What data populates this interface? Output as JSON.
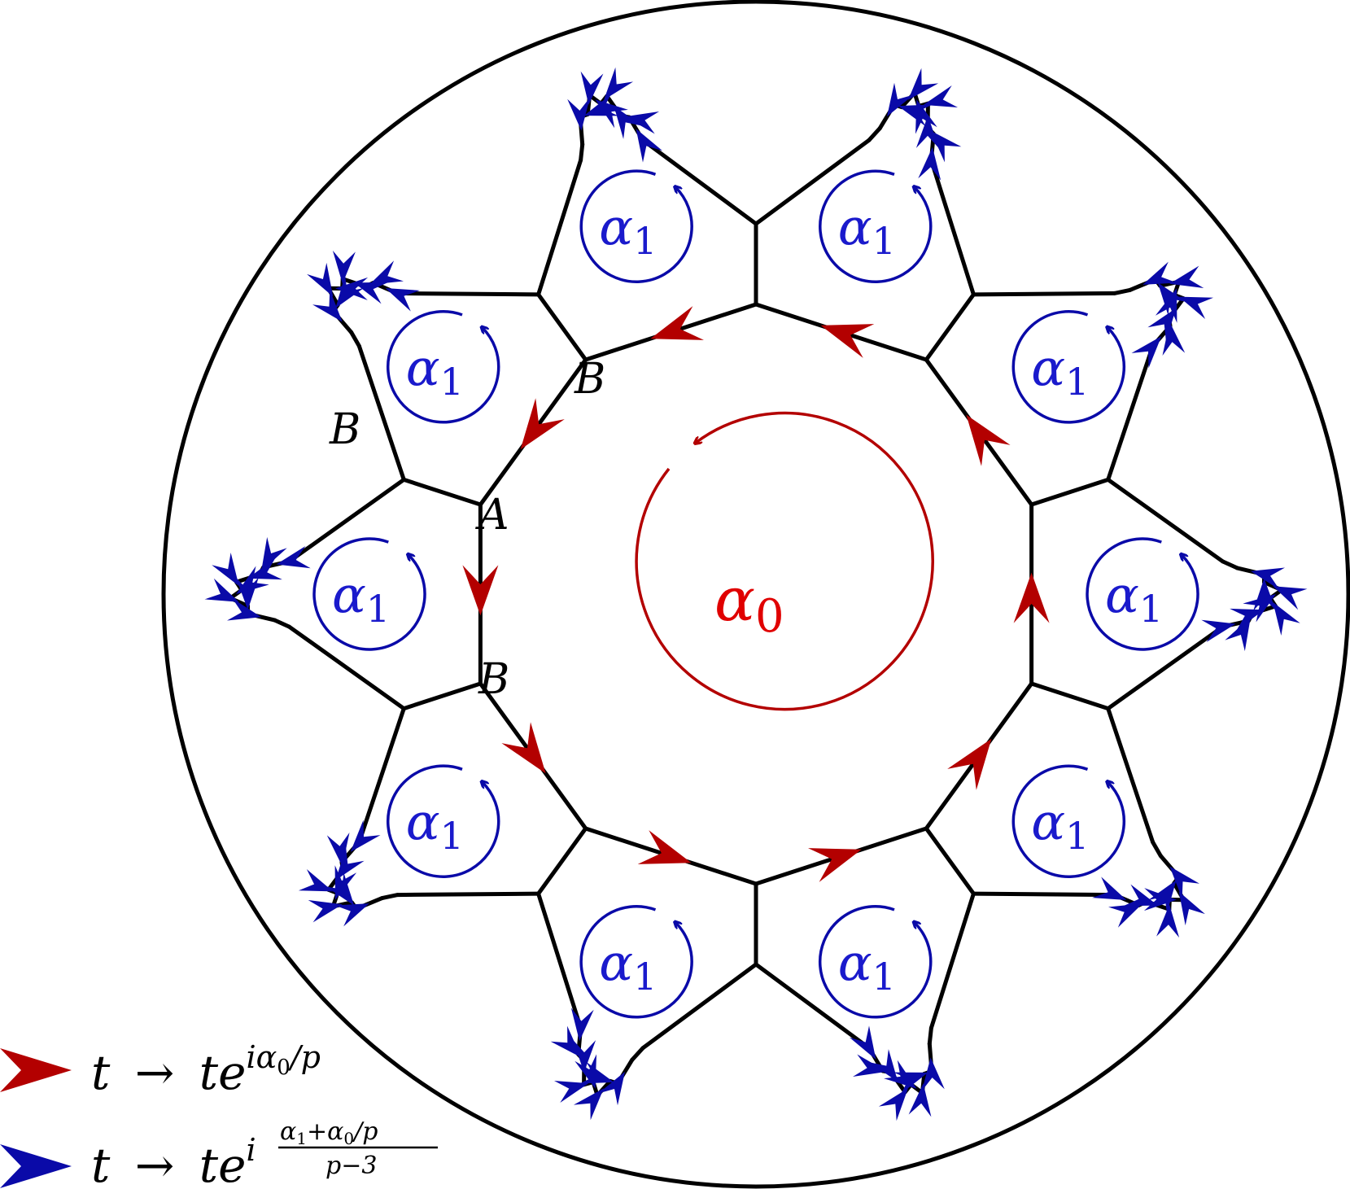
{
  "colors": {
    "edge": "#000000",
    "boundary": "#000000",
    "red": "#b30000",
    "red_text": "#e00000",
    "blue": "#0a0aa8",
    "blue_text": "#1a1acc"
  },
  "diagram": {
    "plaquette_count": 10,
    "plaquette_label": {
      "greek": "α",
      "subscript": "1"
    },
    "center_label": {
      "greek": "α",
      "subscript": "0"
    },
    "vertex_labels": [
      {
        "id": "B-outer",
        "text": "B"
      },
      {
        "id": "B-upper",
        "text": "B"
      },
      {
        "id": "A",
        "text": "A"
      },
      {
        "id": "B-lower",
        "text": "B"
      }
    ]
  },
  "legend": {
    "red": {
      "lhs": "t",
      "arrow": "→",
      "rhs": "te",
      "exp": "iα",
      "exp_sub": "0",
      "exp_rest": "/p"
    },
    "blue": {
      "lhs": "t",
      "arrow": "→",
      "rhs": "te",
      "exp_i": "i",
      "num": "α",
      "num_sub1": "1",
      "num_mid": "+α",
      "num_sub0": "0",
      "num_tail": "/p",
      "den": "p−3"
    }
  }
}
